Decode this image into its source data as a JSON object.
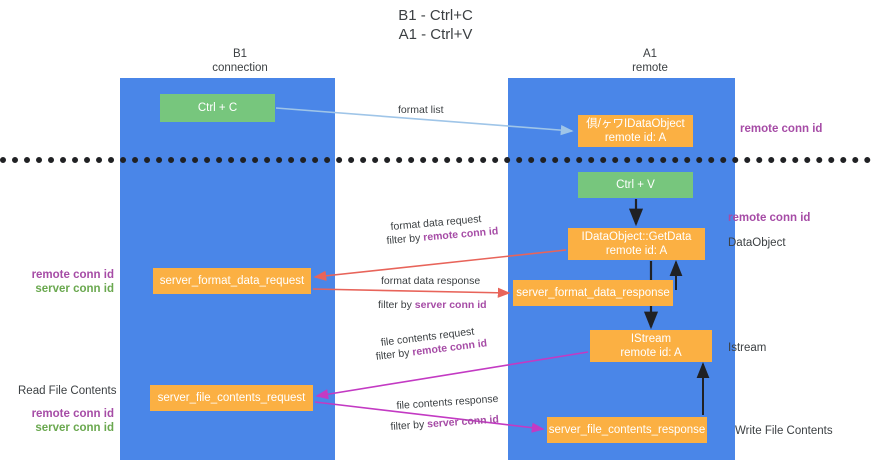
{
  "title": {
    "line1": "B1 - Ctrl+C",
    "line2": "A1 - Ctrl+V"
  },
  "columns": [
    {
      "name": "B1",
      "subtitle": "connection"
    },
    {
      "name": "A1",
      "subtitle": "remote"
    }
  ],
  "nodes": {
    "ctrl_c": {
      "label": "Ctrl + C",
      "color": "#77c67d"
    },
    "idataobject": {
      "line1": "倶/ヶワIDataObject",
      "line2": "remote id: A",
      "color": "#fbb043"
    },
    "ctrl_v": {
      "label": "Ctrl + V",
      "color": "#77c67d"
    },
    "getdata": {
      "line1": "IDataObject::GetData",
      "line2": "remote id: A",
      "color": "#fbb043"
    },
    "server_format_data_request": {
      "label": "server_format_data_request",
      "color": "#fbb043"
    },
    "server_format_data_response": {
      "label": "server_format_data_response",
      "color": "#fbb043"
    },
    "istream": {
      "line1": "IStream",
      "line2": "remote id: A",
      "color": "#fbb043"
    },
    "server_file_contents_request": {
      "label": "server_file_contents_request",
      "color": "#fbb043"
    },
    "server_file_contents_response": {
      "label": "server_file_contents_response",
      "color": "#fbb043"
    }
  },
  "edges": {
    "format_list": "format list",
    "format_data_request": "format data request",
    "format_data_request_filter_prefix": "filter by ",
    "format_data_request_filter_key": "remote conn id",
    "format_data_response": "format data response",
    "format_data_response_filter_prefix": "filter by ",
    "format_data_response_filter_key": "server conn id",
    "file_contents_request": "file contents request",
    "file_contents_request_filter_prefix": "filter by ",
    "file_contents_request_filter_key": "remote conn id",
    "file_contents_response": "file contents response",
    "file_contents_response_filter_prefix": "filter by ",
    "file_contents_response_filter_key": "server conn id"
  },
  "annotations": {
    "right_remote_conn_id_top": "remote conn id",
    "right_remote_conn_id_mid": "remote conn id",
    "right_dataobject": "DataObject",
    "right_istream": "Istream",
    "right_write_file_contents": "Write File Contents",
    "left_mid_remote": "remote conn id",
    "left_mid_server": "server conn id",
    "left_bottom_read": "Read File Contents",
    "left_bottom_remote": "remote conn id",
    "left_bottom_server": "server conn id"
  },
  "colors": {
    "lane": "#4a86e8",
    "green_node": "#77c67d",
    "orange_node": "#fbb043",
    "purple": "#a64ca6",
    "green_text": "#6aa84f",
    "arrow_blue": "#9fc5e8",
    "arrow_red": "#e8645a",
    "arrow_magenta": "#c33ac3",
    "arrow_black": "#202124",
    "divider": "#202124"
  }
}
